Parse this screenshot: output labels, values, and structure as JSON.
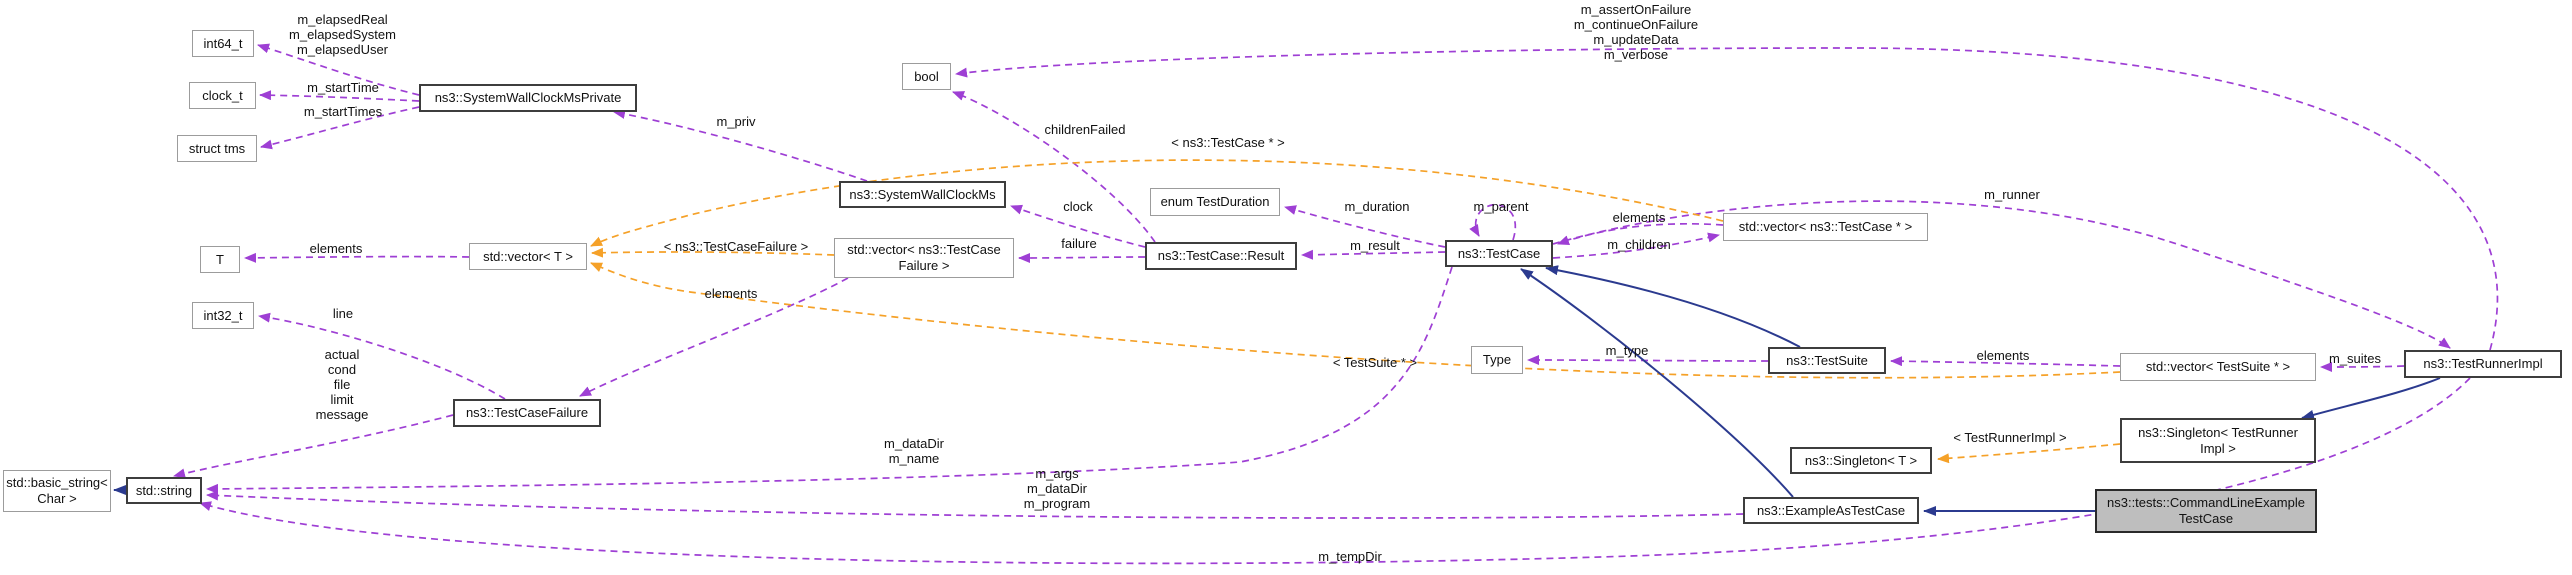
{
  "diagram": {
    "type": "doxygen-collaboration-graph",
    "focus_class": "ns3::tests::CommandLineExampleTestCase",
    "colors": {
      "usage_edge": "#9E3FD4",
      "template_edge": "#F5A128",
      "inheritance_edge": "#2B3A8F",
      "highlight_fill": "#BEBEBE",
      "node_border_bold": "#3D3D3D",
      "node_border_thin": "#9C9C9C"
    },
    "nodes": {
      "int64": {
        "label": "int64_t"
      },
      "clock_t": {
        "label": "clock_t"
      },
      "tms": {
        "label": "struct tms"
      },
      "swcmp": {
        "label": "ns3::SystemWallClockMsPrivate"
      },
      "bool": {
        "label": "bool"
      },
      "swcm": {
        "label": "ns3::SystemWallClockMs"
      },
      "enum_td": {
        "label": "enum TestDuration"
      },
      "vec_tcf": {
        "label": "std::vector< ns3::TestCase\nFailure >"
      },
      "result": {
        "label": "ns3::TestCase::Result"
      },
      "testcase": {
        "label": "ns3::TestCase"
      },
      "vec_tc_ptr": {
        "label": "std::vector< ns3::TestCase * >"
      },
      "t": {
        "label": "T"
      },
      "vec_t": {
        "label": "std::vector< T >"
      },
      "int32": {
        "label": "int32_t"
      },
      "tcf": {
        "label": "ns3::TestCaseFailure"
      },
      "type": {
        "label": "Type"
      },
      "testsuite": {
        "label": "ns3::TestSuite"
      },
      "vec_ts_ptr": {
        "label": "std::vector< TestSuite * >"
      },
      "runner": {
        "label": "ns3::TestRunnerImpl"
      },
      "singleton_tri": {
        "label": "ns3::Singleton< TestRunner\nImpl >"
      },
      "singleton_t": {
        "label": "ns3::Singleton< T >"
      },
      "basic_string": {
        "label": "std::basic_string<\nChar >"
      },
      "string": {
        "label": "std::string"
      },
      "example": {
        "label": "ns3::ExampleAsTestCase"
      },
      "cmdline": {
        "label": "ns3::tests::CommandLineExample\nTestCase"
      }
    },
    "edge_labels": {
      "elapsed": {
        "text": "m_elapsedReal\nm_elapsedSystem\nm_elapsedUser"
      },
      "start_time": {
        "text": "m_startTime"
      },
      "start_times": {
        "text": "m_startTimes"
      },
      "m_priv": {
        "text": "m_priv"
      },
      "children_failed": {
        "text": "childrenFailed"
      },
      "tpl_tc_ptr": {
        "text": "< ns3::TestCase * >"
      },
      "clock": {
        "text": "clock"
      },
      "failure": {
        "text": "failure"
      },
      "m_duration": {
        "text": "m_duration"
      },
      "m_parent": {
        "text": "m_parent"
      },
      "m_result": {
        "text": "m_result"
      },
      "elements_tc": {
        "text": "elements"
      },
      "m_children": {
        "text": "m_children"
      },
      "m_runner": {
        "text": "m_runner"
      },
      "runner_flags": {
        "text": "m_assertOnFailure\nm_continueOnFailure\nm_updateData\nm_verbose"
      },
      "elements_t": {
        "text": "elements"
      },
      "tpl_tcf": {
        "text": "< ns3::TestCaseFailure >"
      },
      "elements_tcf": {
        "text": "elements"
      },
      "line": {
        "text": "line"
      },
      "failure_fields": {
        "text": "actual\ncond\nfile\nlimit\nmessage"
      },
      "tpl_ts_ptr": {
        "text": "< TestSuite * >"
      },
      "m_type": {
        "text": "m_type"
      },
      "elements_ts": {
        "text": "elements"
      },
      "m_suites": {
        "text": "m_suites"
      },
      "tpl_tri": {
        "text": "< TestRunnerImpl >"
      },
      "datadir_name": {
        "text": "m_dataDir\nm_name"
      },
      "example_fields": {
        "text": "m_args\nm_dataDir\nm_program"
      },
      "m_tempdir": {
        "text": "m_tempDir"
      }
    }
  }
}
